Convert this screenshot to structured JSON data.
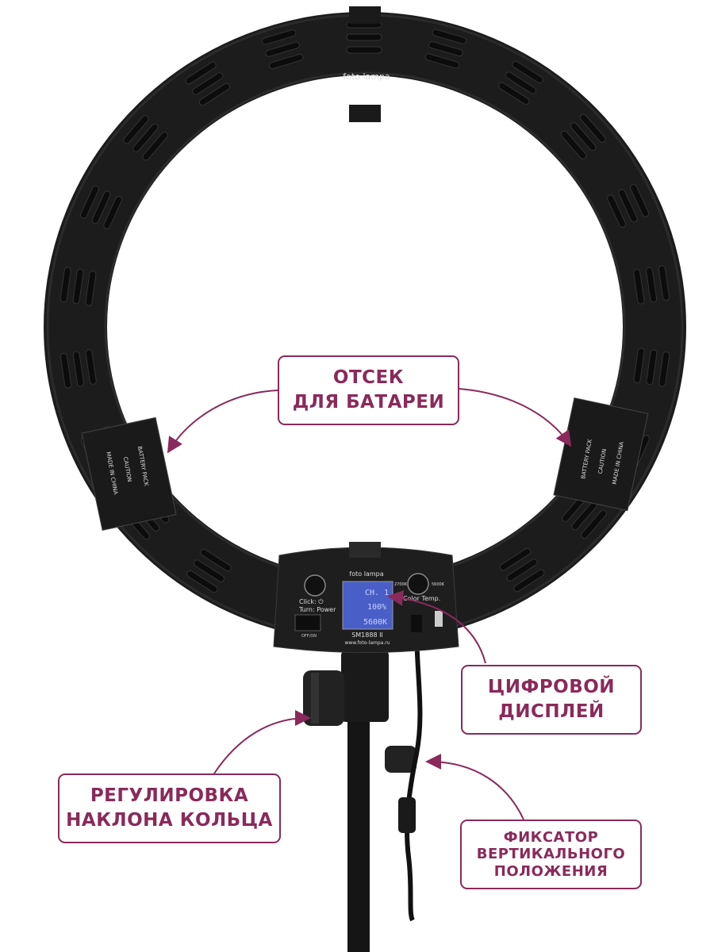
{
  "device": {
    "brand_logo": "foto lampa",
    "panel_logo": "foto lampa",
    "dimmer_label_click": "Click: ⏻",
    "dimmer_label_turn": "Turn: Power",
    "temp_min": "2700K",
    "temp_max": "5600K",
    "temp_label": "Color Temp.",
    "switch_label": "OFF/ON",
    "model": "SM1888 II",
    "website": "www.foto-lampa.ru",
    "display": {
      "channel": "CH. 1",
      "brightness": "100%",
      "color_temp": "5600K"
    },
    "battery_label": [
      "BATTERY PACK",
      "CAUTION",
      "MADE IN CHINA"
    ]
  },
  "callouts": {
    "battery": [
      "ОТСЕК",
      "ДЛЯ БАТАРЕИ"
    ],
    "display": [
      "ЦИФРОВОЙ",
      "ДИСПЛЕЙ"
    ],
    "tilt": [
      "РЕГУЛИРОВКА",
      "НАКЛОНА КОЛЬЦА"
    ],
    "lock": [
      "ФИКСАТОР",
      "ВЕРТИКАЛЬНОГО",
      "ПОЛОЖЕНИЯ"
    ]
  },
  "colors": {
    "accent": "#8a2a5a",
    "ring": "#1c1c1c",
    "lcd": "#4a5ec8"
  }
}
